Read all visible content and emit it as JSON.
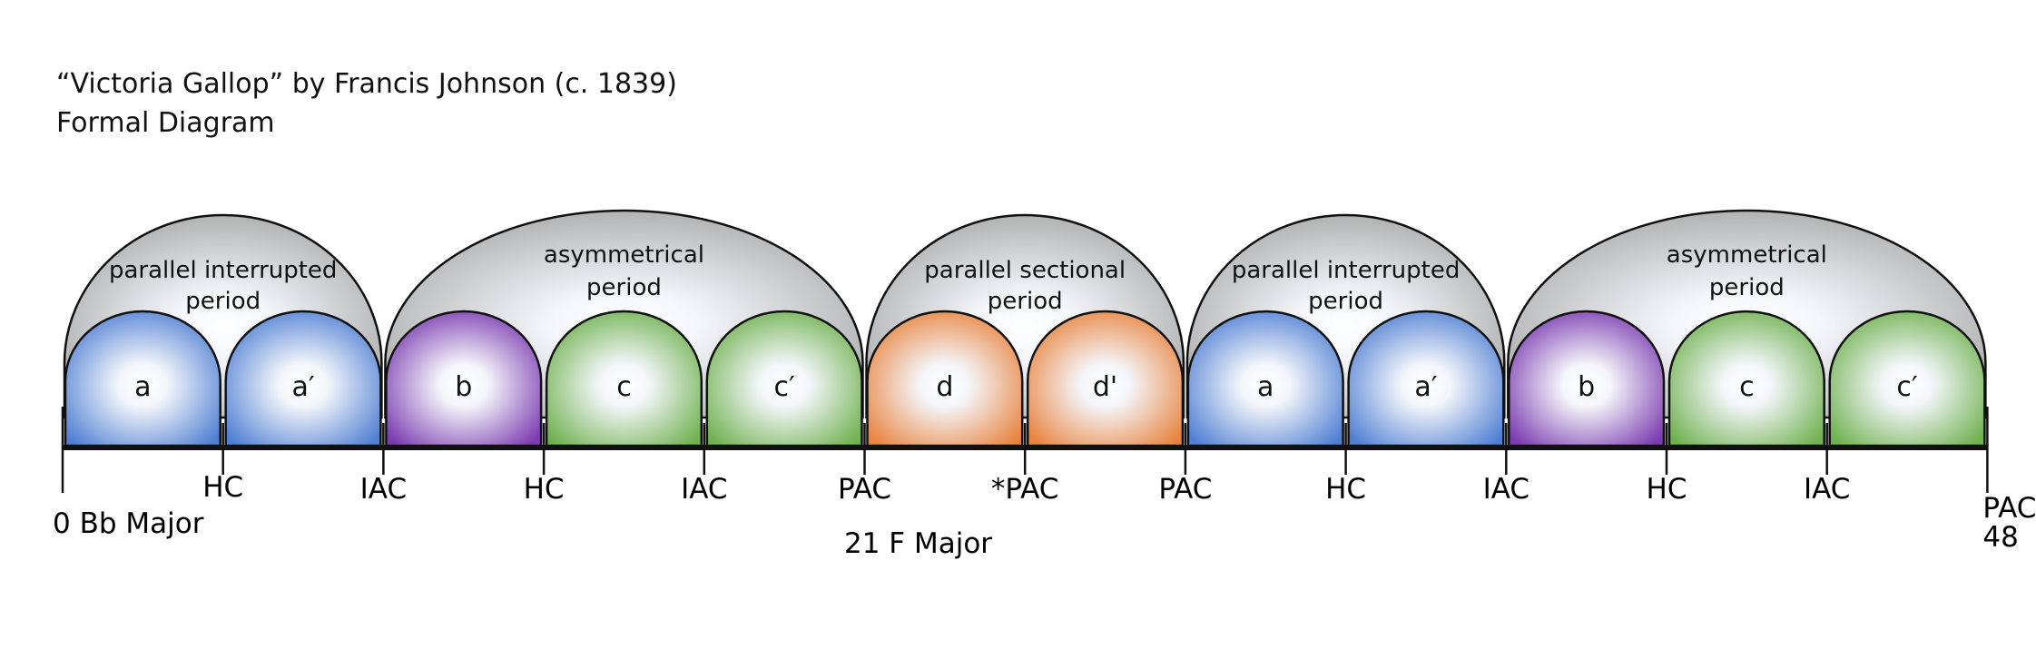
{
  "title": "“Victoria Gallop” by Francis Johnson (c. 1839)",
  "subtitle": "Formal Diagram",
  "colors": {
    "blue": "#4f7fd3",
    "purple": "#7b3ab0",
    "green": "#6fb14f",
    "orange": "#e8833e",
    "gray": "#a6a6a6"
  },
  "periods": [
    {
      "line1": "parallel interrupted",
      "line2": "period",
      "span": [
        0,
        2
      ]
    },
    {
      "line1": "asymmetrical",
      "line2": "period",
      "span": [
        2,
        5
      ]
    },
    {
      "line1": "parallel sectional",
      "line2": "period",
      "span": [
        5,
        7
      ]
    },
    {
      "line1": "parallel interrupted",
      "line2": "period",
      "span": [
        7,
        9
      ]
    },
    {
      "line1": "asymmetrical",
      "line2": "period",
      "span": [
        9,
        12
      ]
    }
  ],
  "sections": [
    {
      "label": "a",
      "color": "blue"
    },
    {
      "label": "a′",
      "color": "blue"
    },
    {
      "label": "b",
      "color": "purple"
    },
    {
      "label": "c",
      "color": "green"
    },
    {
      "label": "c′",
      "color": "green"
    },
    {
      "label": "d",
      "color": "orange"
    },
    {
      "label": "d'",
      "color": "orange"
    },
    {
      "label": "a",
      "color": "blue"
    },
    {
      "label": "a′",
      "color": "blue"
    },
    {
      "label": "b",
      "color": "purple"
    },
    {
      "label": "c",
      "color": "green"
    },
    {
      "label": "c′",
      "color": "green"
    }
  ],
  "cadences": [
    "",
    "HC",
    "IAC",
    "HC",
    "IAC",
    "PAC",
    "*PAC",
    "PAC",
    "HC",
    "IAC",
    "HC",
    "IAC",
    "PAC"
  ],
  "keys": {
    "start": "0 Bb Major",
    "middle": "21 F Major",
    "end": "48"
  }
}
